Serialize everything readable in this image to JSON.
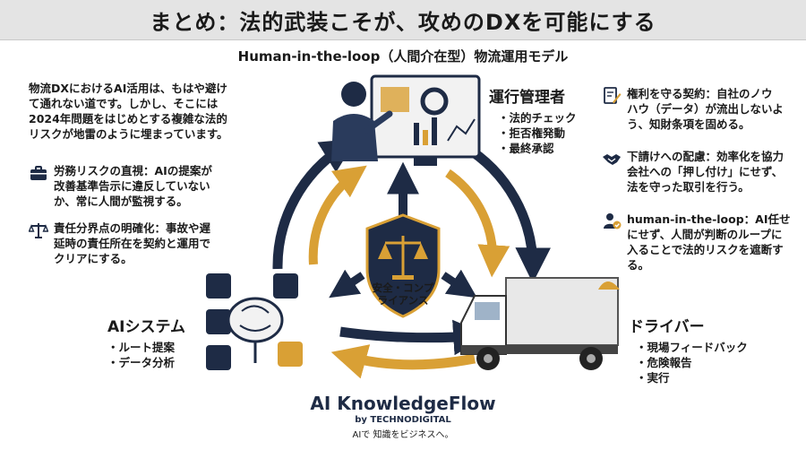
{
  "title": "まとめ：法的武装こそが、攻めのDXを可能にする",
  "subtitle": "Human-in-the-loop（人間介在型）物流運用モデル",
  "intro": {
    "lines": [
      "物流DXにおけるAI活用は、もはや避け",
      "て通れない道です。しかし、そこには",
      "2024年問題をはじめとする複雑な法的",
      "リスクが地雷のように埋まっています。"
    ]
  },
  "left_points": [
    {
      "icon": "briefcase-icon",
      "lines": [
        "労務リスクの直視：AIの提案が",
        "改善基準告示に違反していない",
        "か、常に人間が監視する。"
      ]
    },
    {
      "icon": "scales-icon",
      "lines": [
        "責任分界点の明確化：事故や遅",
        "延時の責任所在を契約と運用で",
        "クリアにする。"
      ]
    }
  ],
  "right_points": [
    {
      "icon": "contract-pen-icon",
      "lines": [
        "権利を守る契約：自社のノウ",
        "ハウ（データ）が流出しないよ",
        "う、知財条項を固める。"
      ]
    },
    {
      "icon": "handshake-icon",
      "lines": [
        "下請けへの配慮：効率化を協力",
        "会社への「押し付け」にせず、",
        "法を守った取引を行う。"
      ]
    },
    {
      "icon": "person-check-icon",
      "lines": [
        "human-in-the-loop：AI任せ",
        "にせず、人間が判断のループに",
        "入ることで法的リスクを遮断す",
        "る。"
      ]
    }
  ],
  "nodes": {
    "manager": {
      "label": "運行管理者",
      "items": [
        "法的チェック",
        "拒否権発動",
        "最終承認"
      ]
    },
    "ai": {
      "label": "AIシステム",
      "items": [
        "ルート提案",
        "データ分析"
      ]
    },
    "driver": {
      "label": "ドライバー",
      "items": [
        "現場フィードバック",
        "危険報告",
        "実行"
      ]
    },
    "center": {
      "lines": [
        "安全・コンプ",
        "ライアンス"
      ]
    }
  },
  "brand": {
    "name": "AI KnowledgeFlow",
    "by": "by TECHNODIGITAL",
    "tagline": "AIで 知識をビジネスへ。"
  },
  "colors": {
    "navy": "#1e2b45",
    "gold": "#d9a035",
    "gray": "#e4e4e4"
  }
}
